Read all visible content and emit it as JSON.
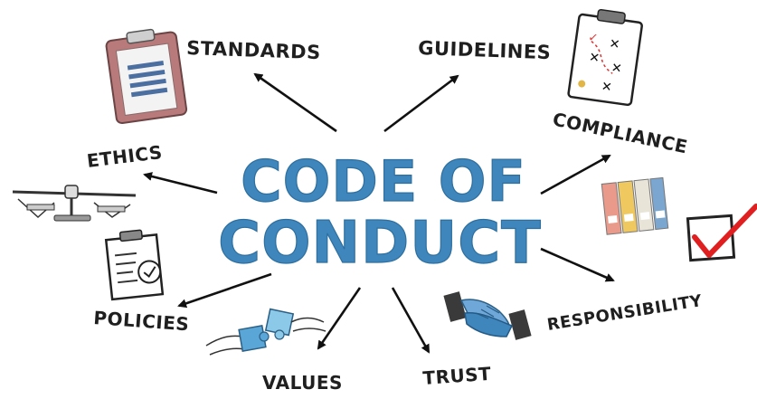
{
  "title": {
    "line1": "CODE OF",
    "line2": "CONDUCT",
    "color": "#3f86bd"
  },
  "labels": {
    "standards": "STANDARDS",
    "guidelines": "GUIDELINES",
    "ethics": "ETHICS",
    "compliance": "COMPLIANCE",
    "policies": "POLICIES",
    "responsibility": "RESPONSIBILITY",
    "values": "VALUES",
    "trust": "TRUST"
  },
  "icons": {
    "standards": "clipboard-icon",
    "guidelines": "checklist-icon",
    "ethics": "scales-icon",
    "compliance": "binders-icon",
    "policies": "document-check-icon",
    "responsibility": "checkbox-icon",
    "values": "puzzle-hands-icon",
    "trust": "handshake-icon"
  },
  "accent_colors": {
    "clipboard": "#b87a7a",
    "checkmark": "#e02020",
    "puzzle": "#5aa6d6",
    "handshake": "#3f86bd"
  }
}
